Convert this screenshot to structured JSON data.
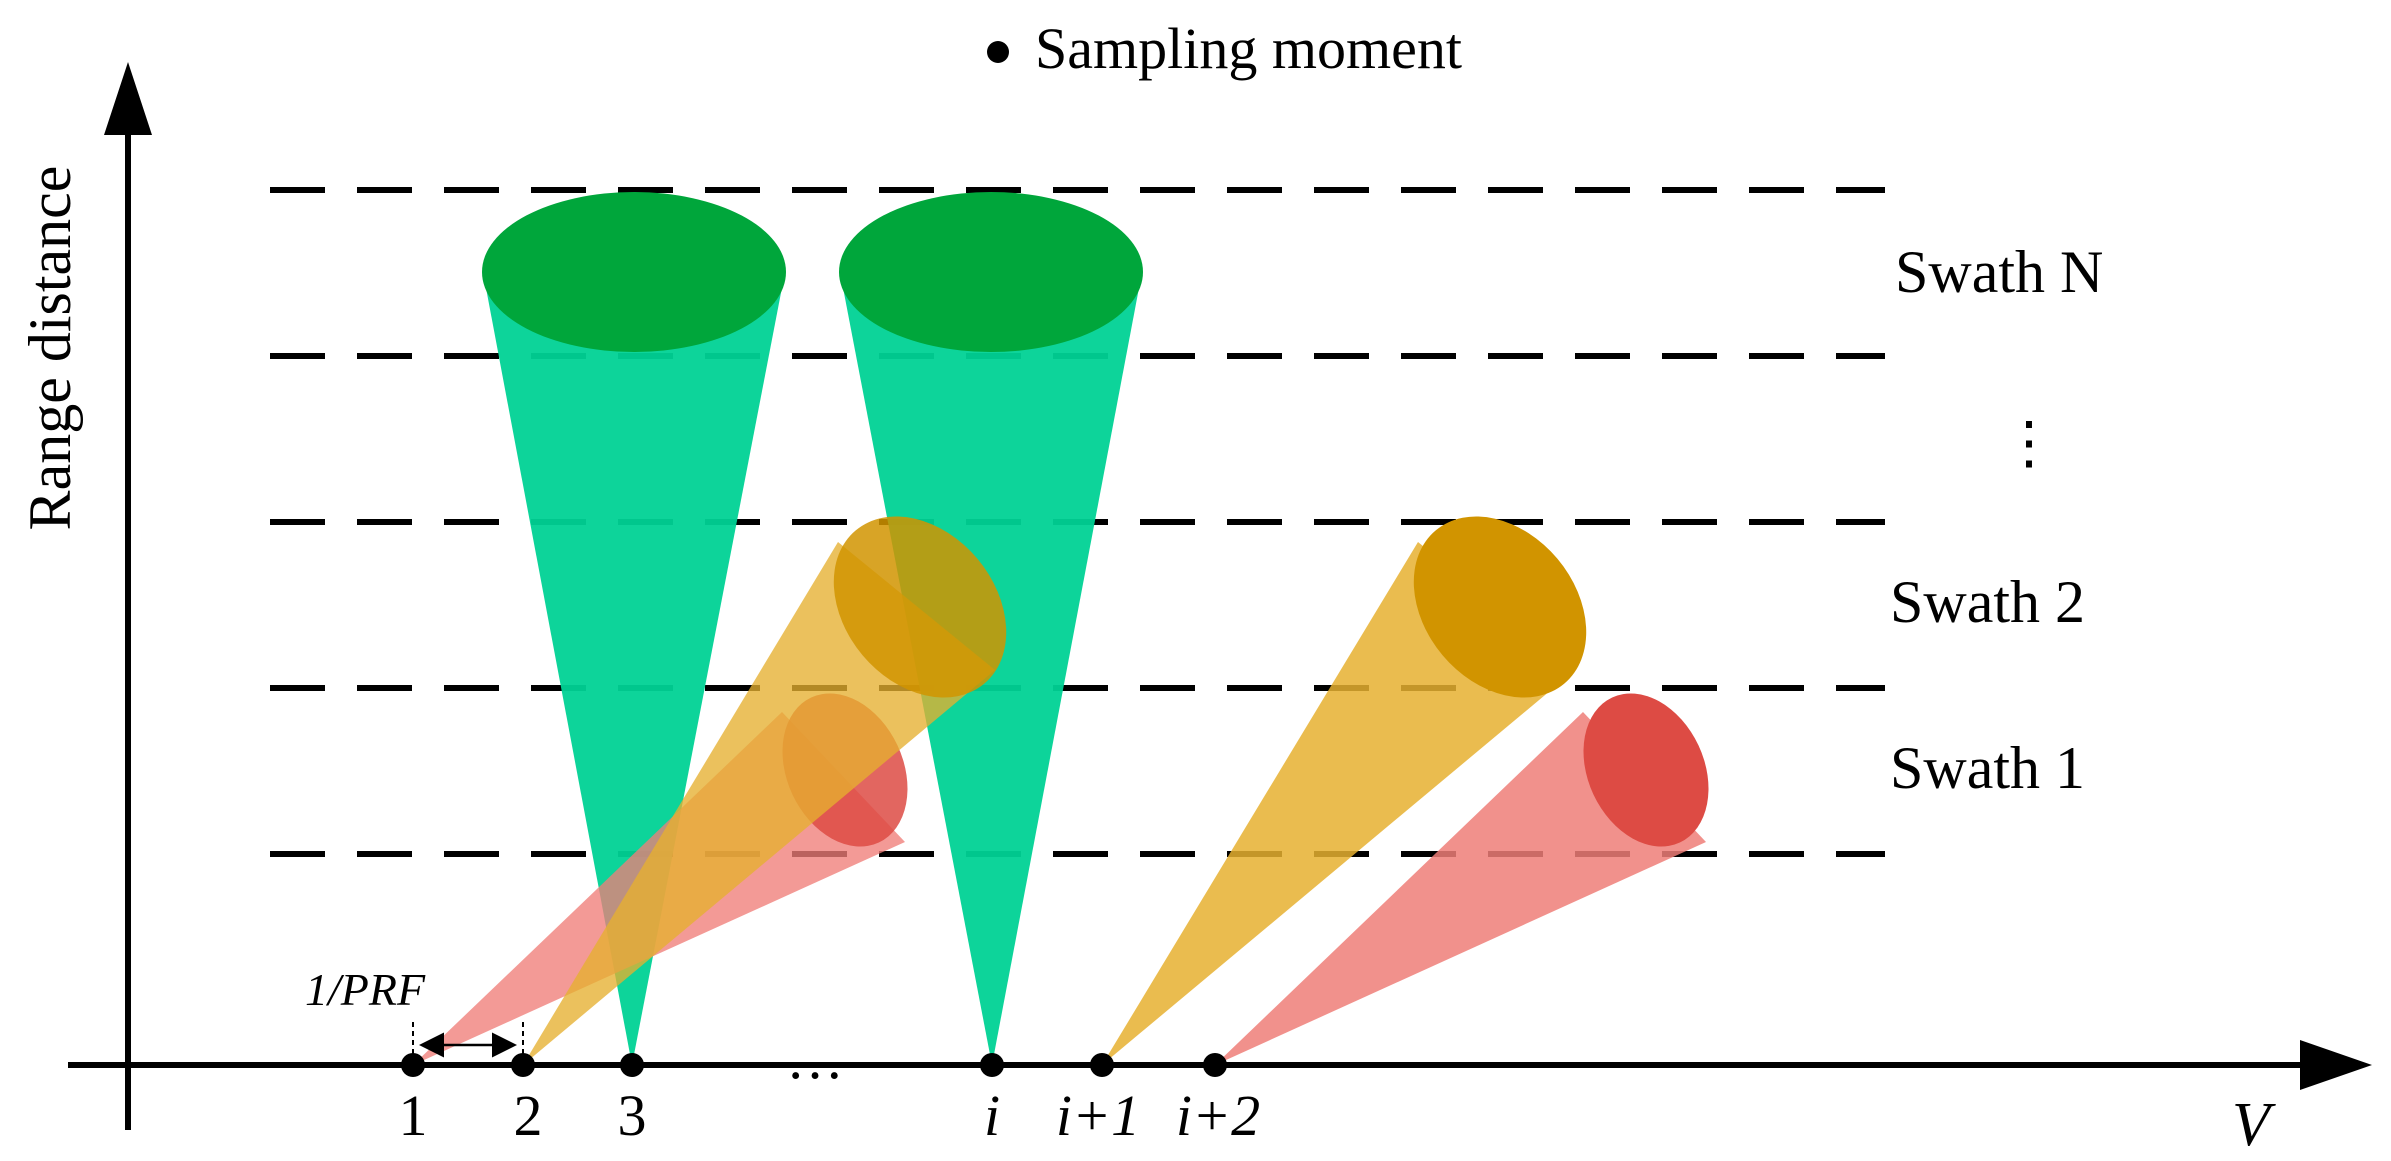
{
  "legend": {
    "label": "Sampling moment"
  },
  "axes": {
    "y_label": "Range distance",
    "x_label": "V"
  },
  "swath_labels": {
    "top": "Swath N",
    "dots": "⋮",
    "second": "Swath 2",
    "first": "Swath 1"
  },
  "sampling_points": {
    "p1": "1",
    "p2": "2",
    "p3": "3",
    "ellipsis": "···",
    "pi": "i",
    "pi1": "i+1",
    "pi2": "i+2"
  },
  "interval_label": "1/PRF",
  "colors": {
    "green_beam": "#00d295",
    "green_footprint": "#00a63b",
    "orange_beam": "#e6b030",
    "orange_footprint": "#d19400",
    "red_beam": "#ef7e78",
    "red_footprint": "#dd4b44",
    "axis": "#000000"
  }
}
